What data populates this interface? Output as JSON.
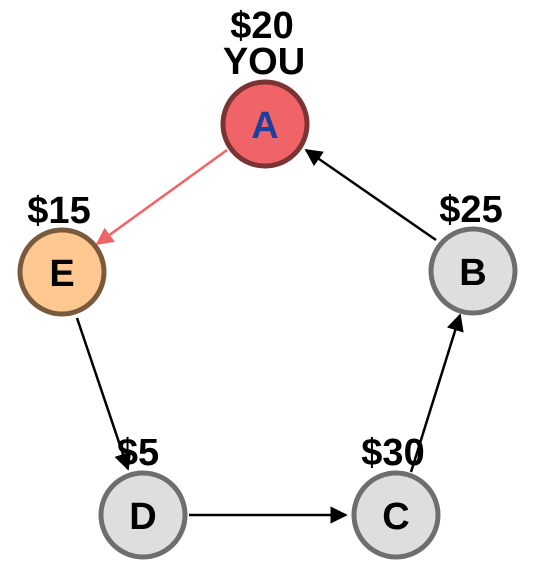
{
  "you_label": "YOU",
  "nodes": [
    {
      "id": "A",
      "label": "A",
      "amount": "$20",
      "fill": "#f06468",
      "stroke": "#7a3434",
      "text_color": "#1f3f9f"
    },
    {
      "id": "B",
      "label": "B",
      "amount": "$25",
      "fill": "#dedede",
      "stroke": "#6e6e6e",
      "text_color": "#000000"
    },
    {
      "id": "C",
      "label": "C",
      "amount": "$30",
      "fill": "#dedede",
      "stroke": "#6e6e6e",
      "text_color": "#000000"
    },
    {
      "id": "D",
      "label": "D",
      "amount": "$5",
      "fill": "#dedede",
      "stroke": "#6e6e6e",
      "text_color": "#000000"
    },
    {
      "id": "E",
      "label": "E",
      "amount": "$15",
      "fill": "#ffc890",
      "stroke": "#7a5a3c",
      "text_color": "#000000"
    }
  ],
  "edges": [
    {
      "from": "A",
      "to": "E",
      "color": "#f06468"
    },
    {
      "from": "B",
      "to": "A",
      "color": "#000000"
    },
    {
      "from": "C",
      "to": "B",
      "color": "#000000"
    },
    {
      "from": "D",
      "to": "C",
      "color": "#000000"
    },
    {
      "from": "E",
      "to": "D",
      "color": "#000000"
    }
  ]
}
